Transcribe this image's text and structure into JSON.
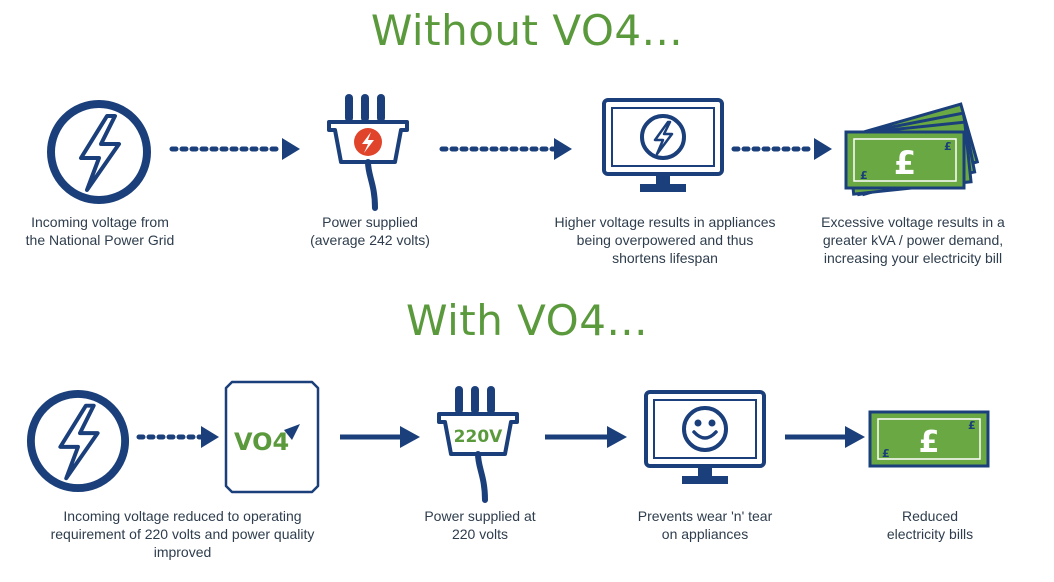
{
  "colors": {
    "navy": "#1a3f7a",
    "green": "#5b9a3c",
    "money_green": "#6aa843",
    "red": "#e0452b"
  },
  "without": {
    "title": "Without VO4...",
    "steps": [
      {
        "icon": "lightning-circle-icon",
        "caption_lines": [
          "Incoming voltage from",
          "the National Power Grid"
        ]
      },
      {
        "icon": "plug-lightning-icon",
        "caption_lines": [
          "Power supplied",
          "(average 242 volts)"
        ]
      },
      {
        "icon": "monitor-lightning-icon",
        "caption_lines": [
          "Higher voltage results in appliances",
          "being overpowered and thus",
          "shortens lifespan"
        ]
      },
      {
        "icon": "stack-of-pound-notes-icon",
        "caption_lines": [
          "Excessive voltage results in a",
          "greater kVA / power demand,",
          "increasing your electricity bill"
        ]
      }
    ]
  },
  "with": {
    "title": "With VO4...",
    "device_label": "VO4",
    "plug_label": "220V",
    "note_symbol": "£",
    "steps": [
      {
        "icon": "lightning-circle-icon",
        "caption_lines": [
          "Incoming voltage reduced to operating",
          "requirement  of 220 volts and power quality",
          "improved"
        ]
      },
      {
        "icon": "plug-220v-icon",
        "caption_lines": [
          "Power supplied at",
          "220 volts"
        ]
      },
      {
        "icon": "monitor-smiley-icon",
        "caption_lines": [
          "Prevents wear 'n' tear",
          "on appliances"
        ]
      },
      {
        "icon": "pound-note-icon",
        "caption_lines": [
          "Reduced",
          "electricity bills"
        ]
      }
    ]
  }
}
